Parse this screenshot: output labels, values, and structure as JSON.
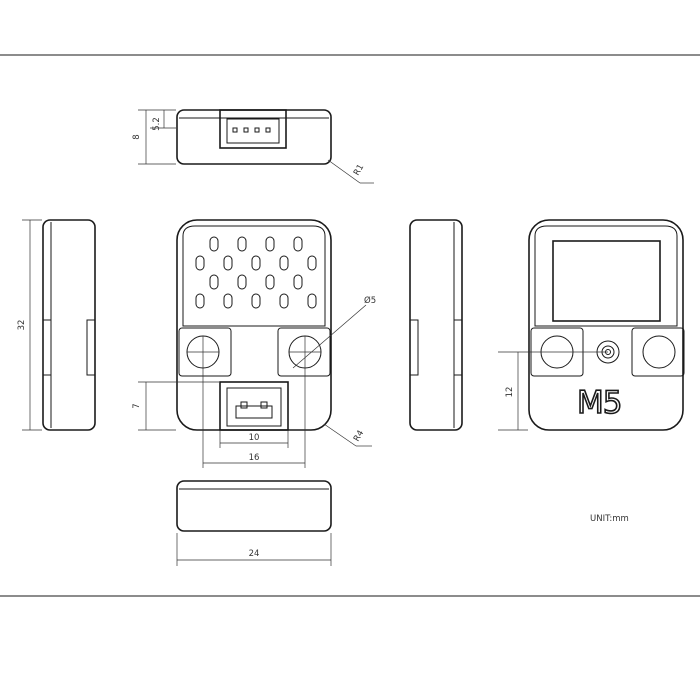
{
  "dimensions": {
    "top_height": "8",
    "top_inner": "5.2",
    "top_radius": "R1",
    "height": "32",
    "port_height": "7",
    "port_width": "10",
    "port_span": "16",
    "hole_dia": "Ø5",
    "corner_radius": "R4",
    "right_offset": "12",
    "width": "24"
  },
  "logo": "M5",
  "unit": "UNIT:mm"
}
